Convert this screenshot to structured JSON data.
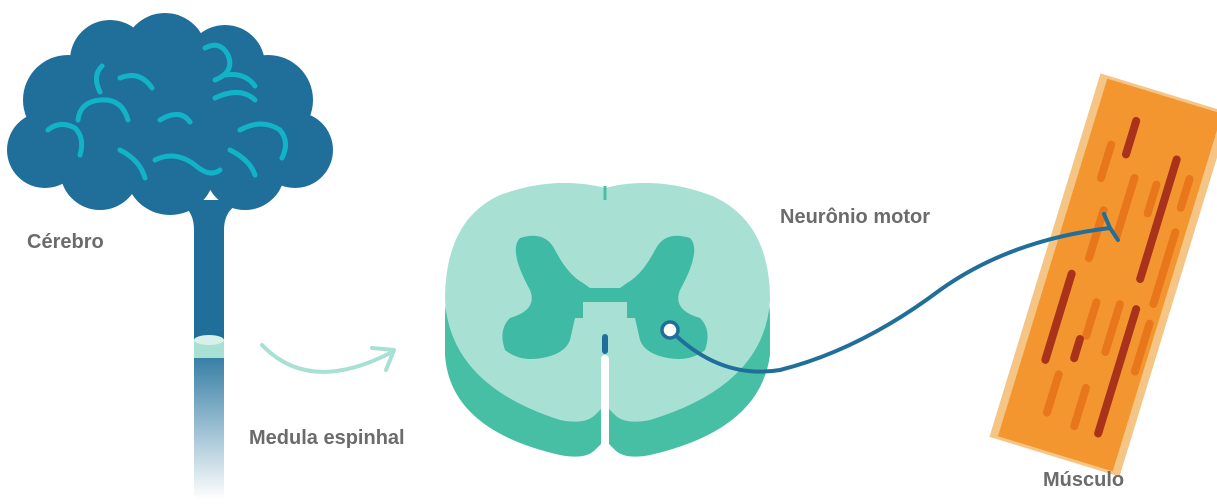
{
  "labels": {
    "brain": "Cérebro",
    "spinal_cord": "Medula espinhal",
    "motor_neuron": "Neurônio motor",
    "muscle": "Músculo"
  },
  "colors": {
    "brain": "#1f6f9a",
    "brain_folds": "#12b3c7",
    "cord_light": "#a9e0d4",
    "cord_dark": "#47bfa5",
    "grey_matter": "#3fbaa5",
    "neuron": "#1f6f9a",
    "muscle_orange": "#f3962f",
    "muscle_edge": "#f5c585",
    "muscle_dark": "#a8321a",
    "label_text": "#6b6b6b"
  }
}
